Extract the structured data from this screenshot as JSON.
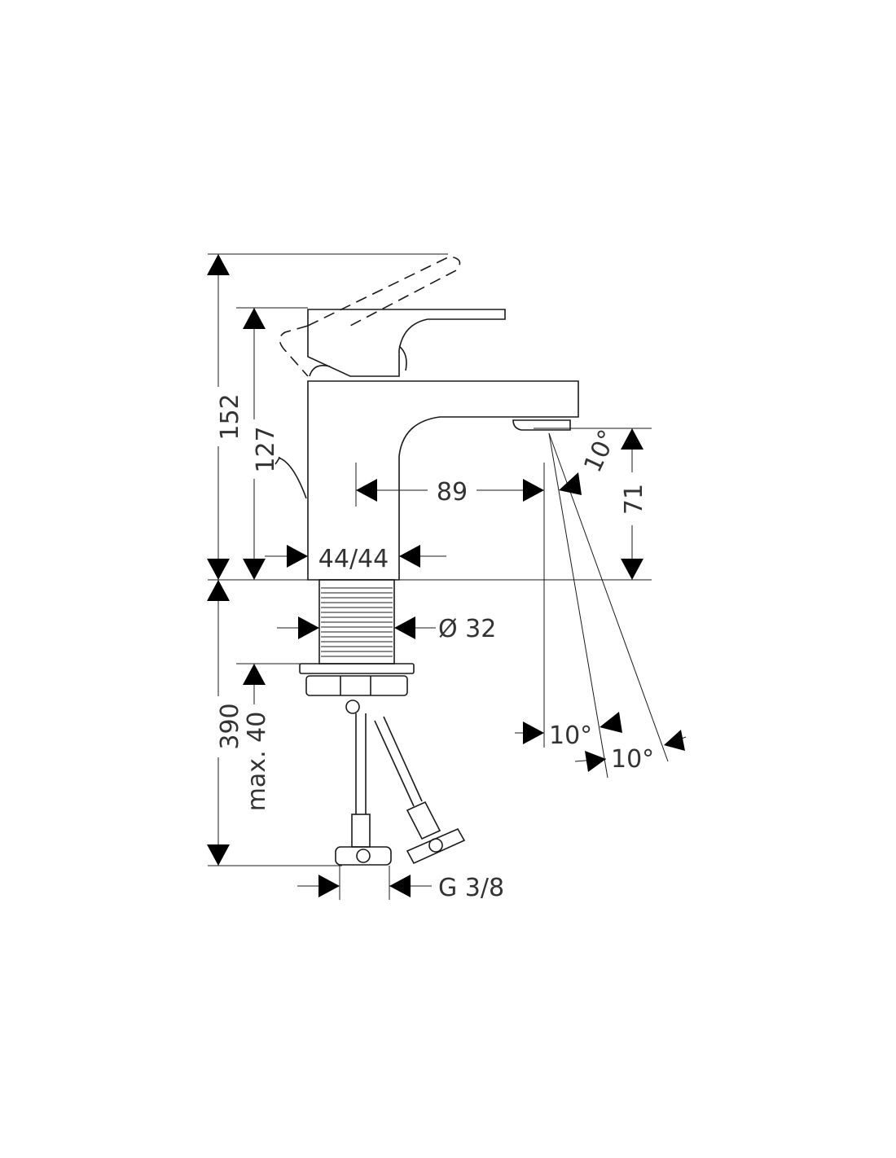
{
  "dimensions": {
    "total_height": "152",
    "body_height": "127",
    "spout_reach": "89",
    "spout_height": "71",
    "body_size": "44/44",
    "shank_diameter": "Ø 32",
    "install_depth": "390",
    "max_thickness": "max. 40",
    "connection": "G 3/8",
    "angle_spout": "10°",
    "angle_low_1": "10°",
    "angle_low_2": "10°"
  },
  "colors": {
    "line": "#1a1a1a",
    "text": "#333333"
  }
}
